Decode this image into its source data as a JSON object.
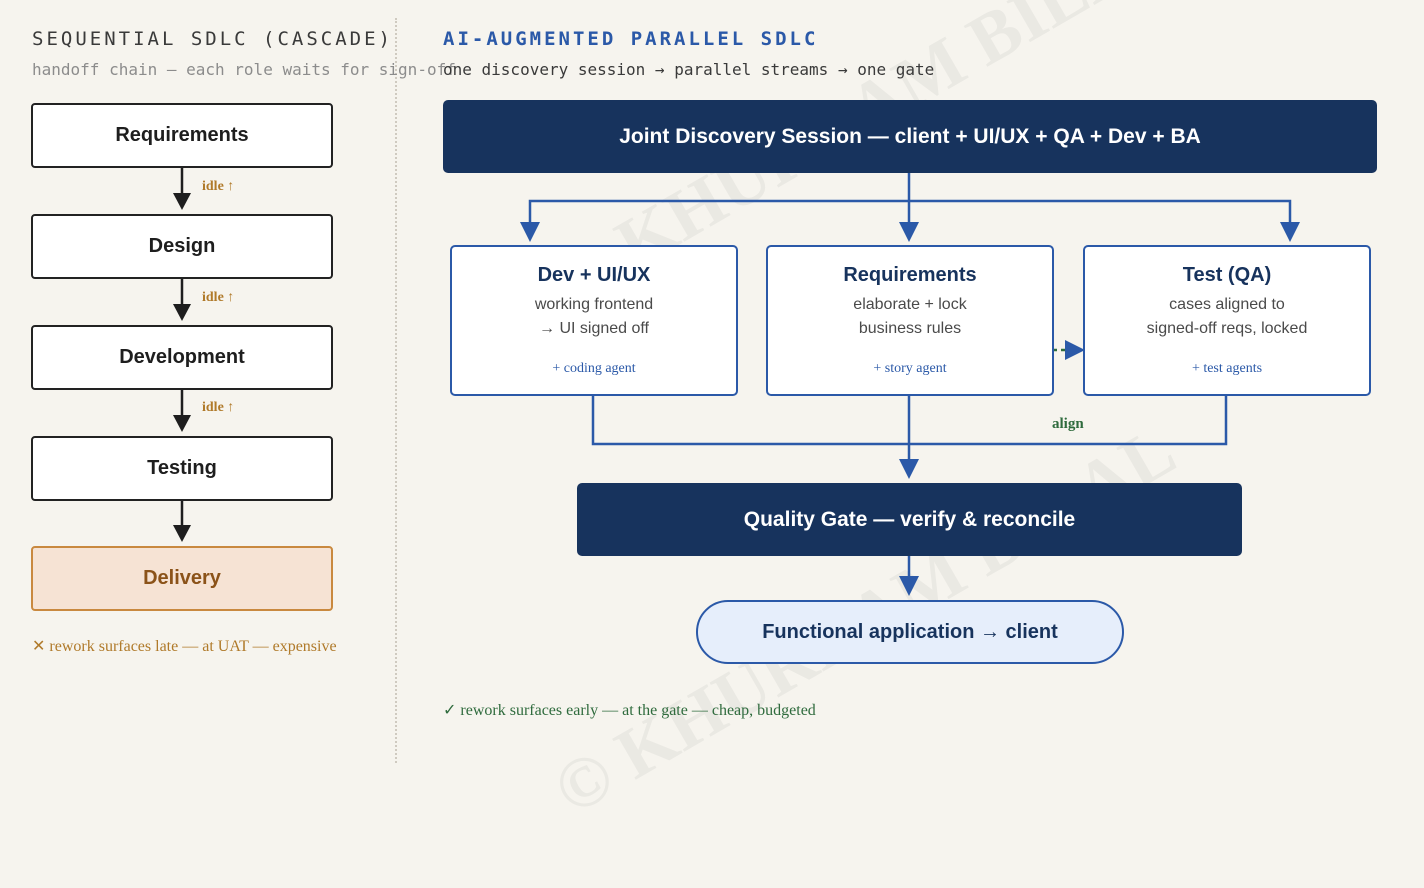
{
  "sequential": {
    "title": "SEQUENTIAL SDLC (CASCADE)",
    "subtitle": "handoff chain — each role waits for sign-off",
    "steps": [
      "Requirements",
      "Design",
      "Development",
      "Testing",
      "Delivery"
    ],
    "idle_label": "idle ↑",
    "footer": "✕ rework surfaces late — at UAT — expensive"
  },
  "parallel": {
    "title": "AI-AUGMENTED PARALLEL SDLC",
    "subtitle": "one discovery session → parallel streams → one gate",
    "discovery": "Joint Discovery Session — client + UI/UX + QA + Dev + BA",
    "streams": [
      {
        "title": "Dev + UI/UX",
        "line1": "working frontend",
        "line2": "→ UI signed off",
        "agent": "+ coding agent"
      },
      {
        "title": "Requirements",
        "line1": "elaborate + lock",
        "line2": "business rules",
        "agent": "+ story agent"
      },
      {
        "title": "Test (QA)",
        "line1": "cases aligned to",
        "line2": "signed-off reqs, locked",
        "agent": "+ test agents"
      }
    ],
    "align_label": "align",
    "gate": "Quality Gate — verify & reconcile",
    "output": "Functional application → client",
    "footer": "✓ rework surfaces early — at the gate — cheap, budgeted"
  },
  "watermark": "© KHURRAM BILAL",
  "colors": {
    "navy": "#17335d",
    "blue": "#2b59a8",
    "green": "#2f6b3d",
    "amber": "#b07a2a",
    "delivery_fill": "#f6e3d4"
  }
}
